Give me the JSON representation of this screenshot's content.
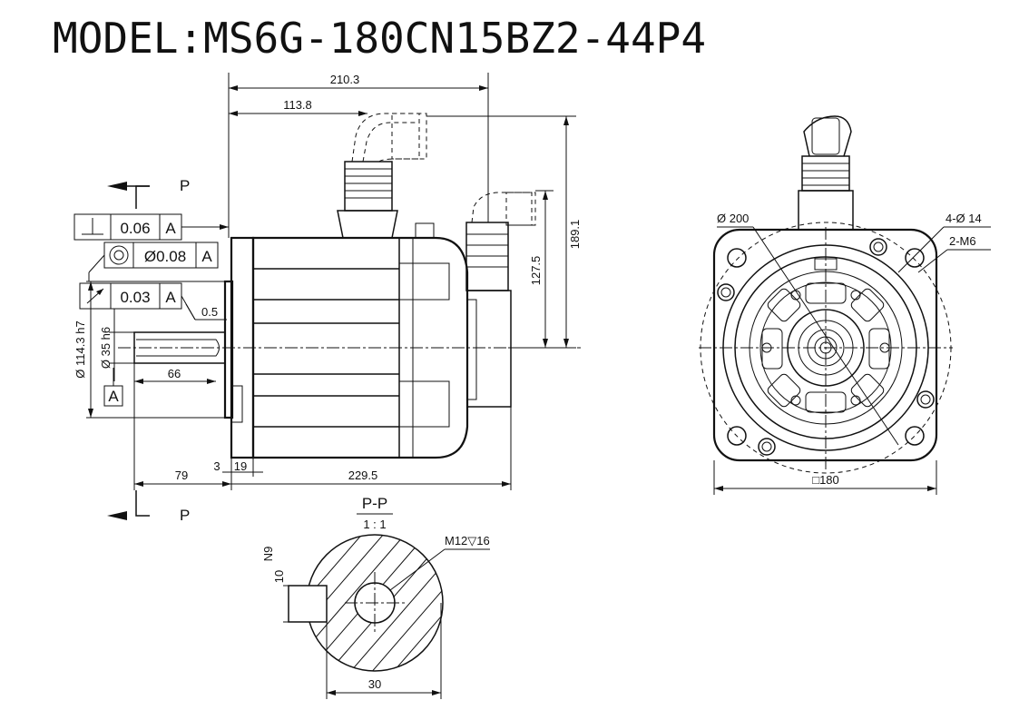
{
  "title": "MODEL:MS6G-180CN15BZ2-44P4",
  "dimensions": {
    "overall_length": "210.3",
    "connector_offset": "113.8",
    "height_total": "189.1",
    "height_connector": "127.5",
    "chamfer": "0.5",
    "shaft_dia": "Ø 35 h6",
    "pilot_dia": "Ø 114.3 h7",
    "key_length": "66",
    "shaft_length": "79",
    "flange_3": "3",
    "flange_19": "19",
    "body_length": "229.5",
    "pcd": "Ø 200",
    "holes": "4-Ø 14",
    "tapped": "2-M6",
    "square": "□180",
    "section_width": "30",
    "key_width": "10",
    "key_tol": "N9",
    "thread": "M12▽16"
  },
  "tolerances": {
    "perp_value": "0.06",
    "conc_value": "Ø0.08",
    "runout_value": "0.03",
    "datum": "A"
  },
  "section": {
    "label": "P-P",
    "scale": "1 : 1",
    "marker": "P"
  }
}
